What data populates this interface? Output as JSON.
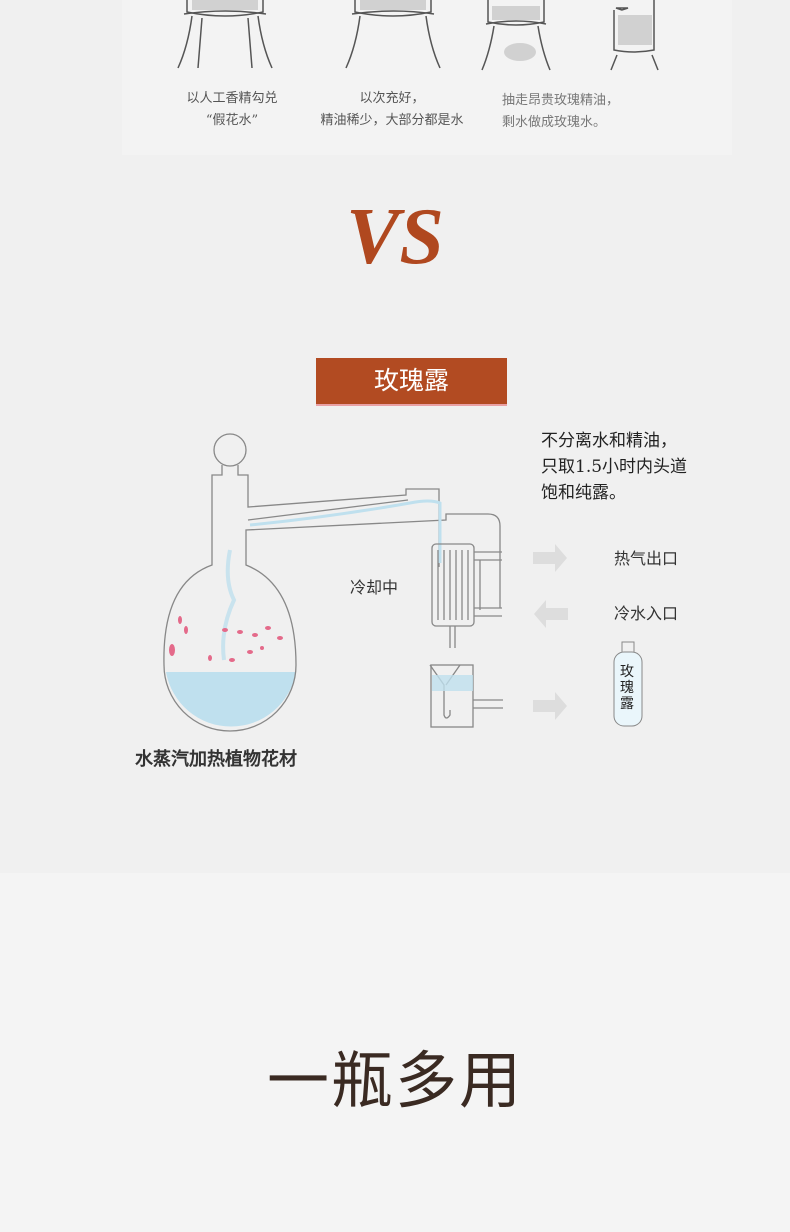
{
  "comparison_captions": [
    "以人工香精勾兑\n“假花水”",
    "以次充好，\n精油稀少，大部分都是水",
    "抽走昂贵玫瑰精油，\n剩水做成玫瑰水。"
  ],
  "vs_label": "VS",
  "banner_title": "玫瑰露",
  "diagram": {
    "note": "不分离水和精油，\n只取1.5小时内头道\n饱和纯露。",
    "cooling_label": "冷却中",
    "hot_air_outlet": "热气出口",
    "cold_water_inlet": "冷水入口",
    "bottle_label": "玫瑰露",
    "flask_caption": "水蒸汽加热植物花材"
  },
  "section_title": "一瓶多用",
  "colors": {
    "accent": "#b24b22",
    "water": "#bfe0ee",
    "petal": "#e46a8a"
  }
}
